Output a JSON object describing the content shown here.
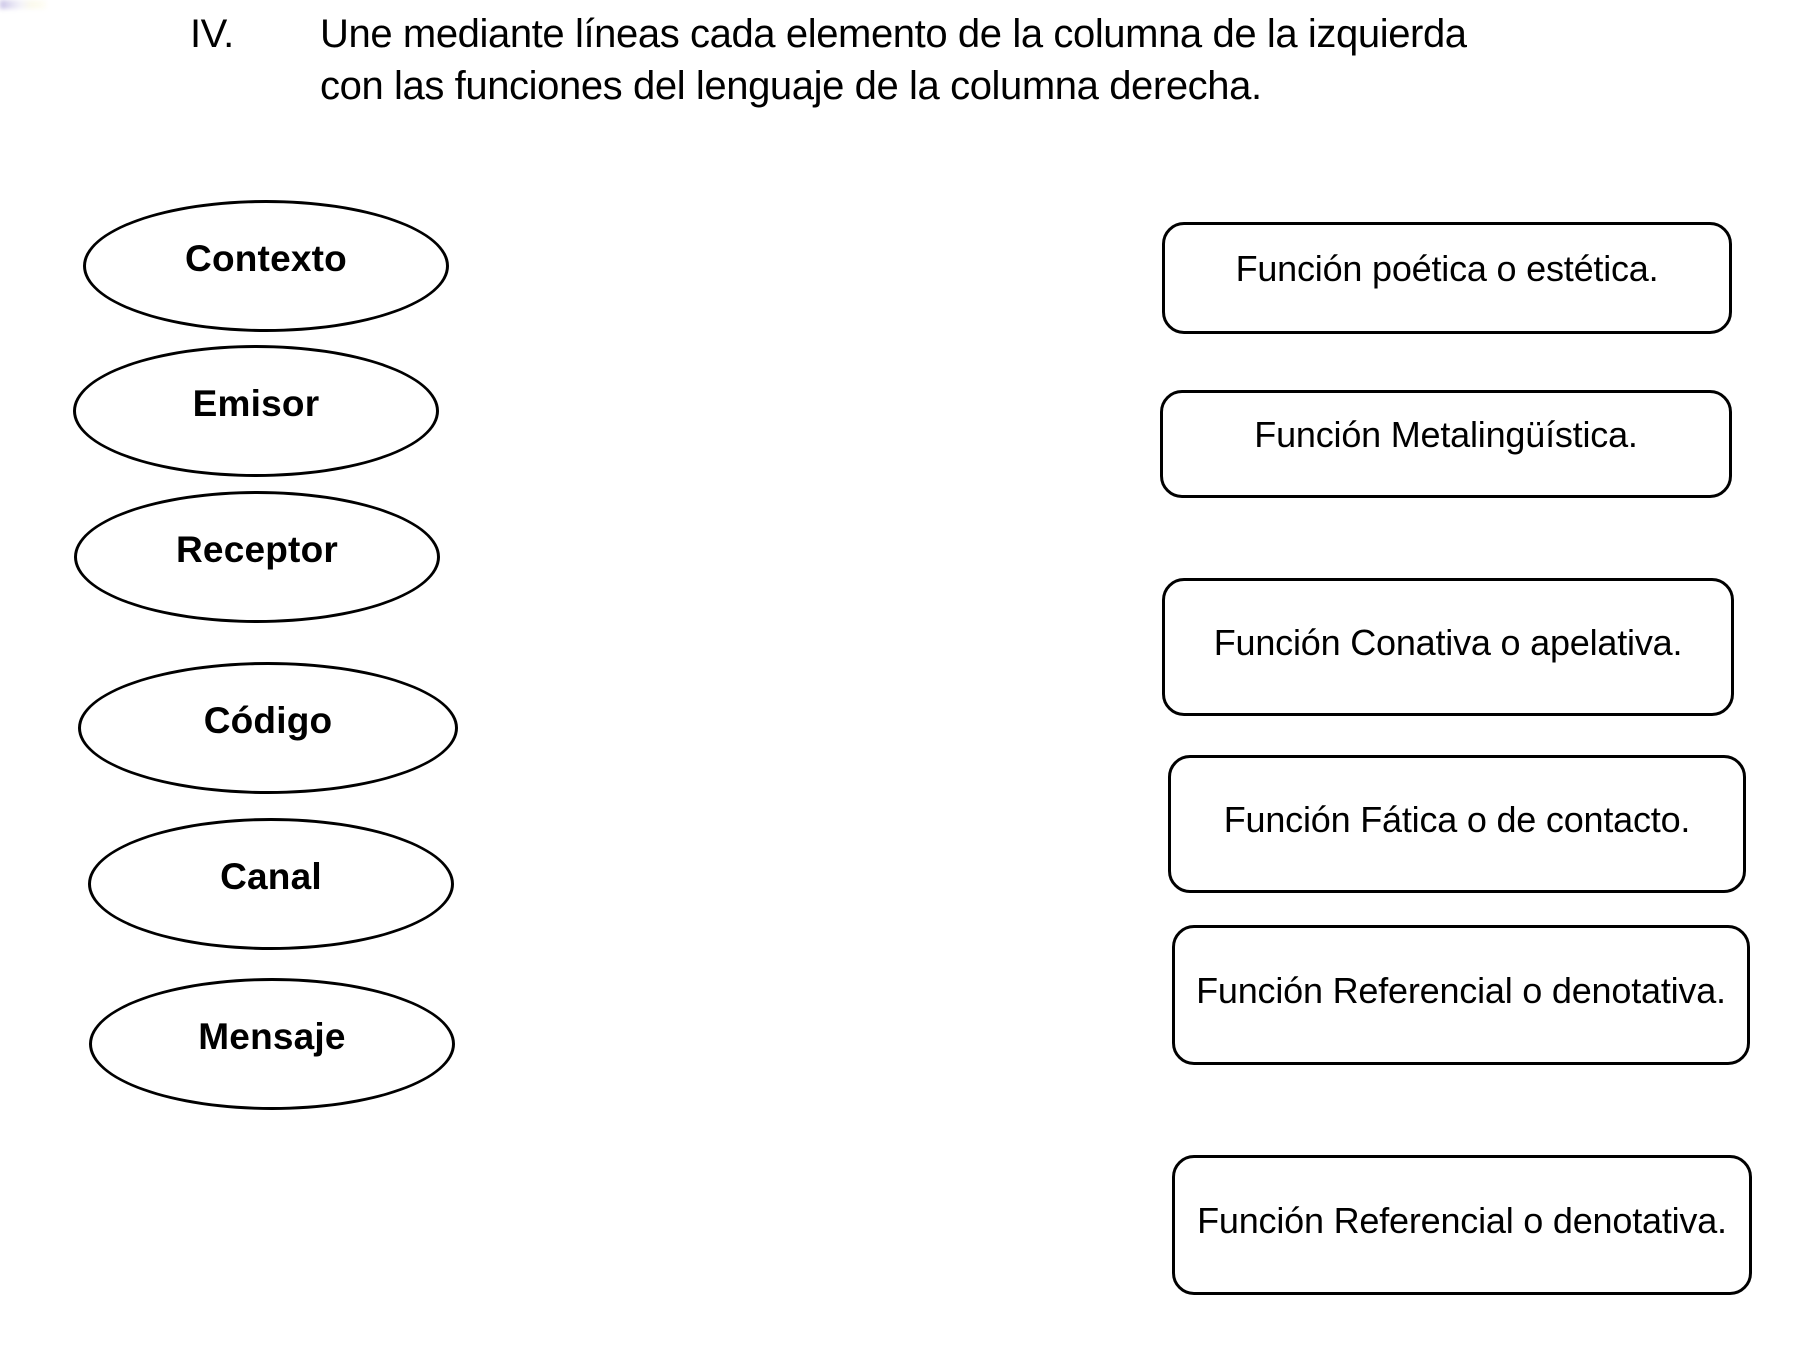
{
  "page": {
    "background_color": "#ffffff",
    "ink_color": "#000000"
  },
  "heading": {
    "number": "IV.",
    "line1": "Une mediante líneas cada elemento de la columna de la izquierda",
    "line2": "con las funciones del lenguaje de la columna derecha."
  },
  "left_column": {
    "items": [
      {
        "label": "Contexto"
      },
      {
        "label": "Emisor"
      },
      {
        "label": "Receptor"
      },
      {
        "label": "Código"
      },
      {
        "label": "Canal"
      },
      {
        "label": "Mensaje"
      }
    ]
  },
  "right_column": {
    "items": [
      {
        "label": "Función poética o estética."
      },
      {
        "label": "Función Metalingüística."
      },
      {
        "label": "Función Conativa o apelativa."
      },
      {
        "label": "Función Fática o de contacto."
      },
      {
        "label": "Función Referencial o denotativa."
      },
      {
        "label": "Función Referencial o denotativa."
      }
    ]
  }
}
